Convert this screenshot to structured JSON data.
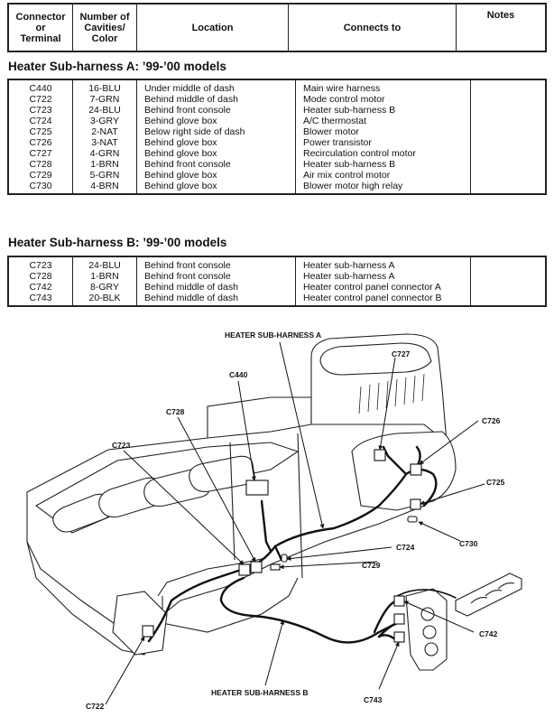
{
  "header": {
    "columns": [
      "Connector or Terminal",
      "Number of Cavities/ Color",
      "Location",
      "Connects to",
      "Notes"
    ],
    "col1_lines": [
      "Connector",
      "or",
      "Terminal"
    ],
    "col2_lines": [
      "Number of",
      "Cavities/",
      "Color"
    ]
  },
  "section_a": {
    "title": "Heater Sub-harness A: ’99-’00 models",
    "rows": [
      {
        "connector": "C440",
        "cavities": "16-BLU",
        "location": "Under middle of dash",
        "connects_to": "Main wire harness",
        "notes": ""
      },
      {
        "connector": "C722",
        "cavities": "7-GRN",
        "location": "Behind middle of dash",
        "connects_to": "Mode control motor",
        "notes": ""
      },
      {
        "connector": "C723",
        "cavities": "24-BLU",
        "location": "Behind front console",
        "connects_to": "Heater sub-harness B",
        "notes": ""
      },
      {
        "connector": "C724",
        "cavities": "3-GRY",
        "location": "Behind glove box",
        "connects_to": "A/C thermostat",
        "notes": ""
      },
      {
        "connector": "C725",
        "cavities": "2-NAT",
        "location": "Below right side of dash",
        "connects_to": "Blower motor",
        "notes": ""
      },
      {
        "connector": "C726",
        "cavities": "3-NAT",
        "location": "Behind glove box",
        "connects_to": "Power transistor",
        "notes": ""
      },
      {
        "connector": "C727",
        "cavities": "4-GRN",
        "location": "Behind glove box",
        "connects_to": "Recirculation control motor",
        "notes": ""
      },
      {
        "connector": "C728",
        "cavities": "1-BRN",
        "location": "Behind front console",
        "connects_to": "Heater sub-harness B",
        "notes": ""
      },
      {
        "connector": "C729",
        "cavities": "5-GRN",
        "location": "Behind glove box",
        "connects_to": "Air mix control motor",
        "notes": ""
      },
      {
        "connector": "C730",
        "cavities": "4-BRN",
        "location": "Behind glove box",
        "connects_to": "Blower motor high relay",
        "notes": ""
      }
    ]
  },
  "section_b": {
    "title": "Heater Sub-harness B: ’99-’00 models",
    "rows": [
      {
        "connector": "C723",
        "cavities": "24-BLU",
        "location": "Behind front console",
        "connects_to": "Heater sub-harness A",
        "notes": ""
      },
      {
        "connector": "C728",
        "cavities": "1-BRN",
        "location": "Behind front console",
        "connects_to": "Heater sub-harness A",
        "notes": ""
      },
      {
        "connector": "C742",
        "cavities": "8-GRY",
        "location": "Behind middle of dash",
        "connects_to": "Heater control panel connector A",
        "notes": ""
      },
      {
        "connector": "C743",
        "cavities": "20-BLK",
        "location": "Behind middle of dash",
        "connects_to": "Heater control panel connector B",
        "notes": ""
      }
    ]
  },
  "diagram": {
    "labels": {
      "harness_a": "HEATER SUB-HARNESS A",
      "harness_b": "HEATER SUB-HARNESS B",
      "c440": "C440",
      "c722": "C722",
      "c723": "C723",
      "c724": "C724",
      "c725": "C725",
      "c726": "C726",
      "c727": "C727",
      "c728": "C728",
      "c729": "C729",
      "c730": "C730",
      "c742": "C742",
      "c743": "C743"
    }
  }
}
